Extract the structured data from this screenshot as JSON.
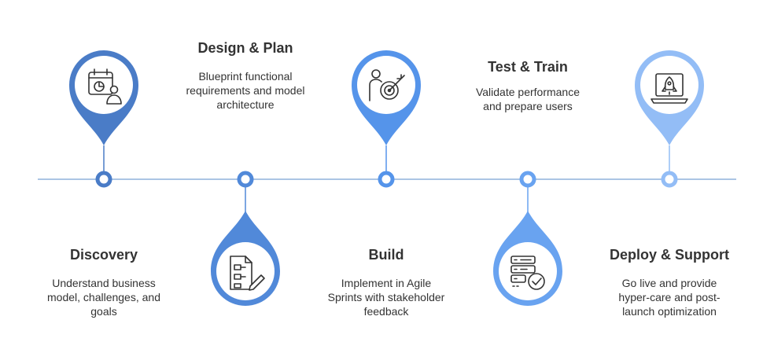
{
  "diagram": {
    "colors": {
      "line": "#8fb2dc",
      "pin_discovery": "#4a7cc7",
      "pin_design": "#5189d9",
      "pin_build": "#5594ea",
      "pin_test": "#69a3f0",
      "pin_deploy": "#93bdf6",
      "icon_circle": "#ffffff",
      "icon_stroke": "#333333"
    },
    "steps": [
      {
        "title": "Discovery",
        "description_lines": [
          "Understand business",
          "model, challenges, and",
          "goals"
        ],
        "icon": "calendar-pie-chart-person-icon"
      },
      {
        "title": "Design & Plan",
        "description_lines": [
          "Blueprint functional",
          "requirements and model",
          "architecture"
        ],
        "icon": "flowchart-document-pencil-icon"
      },
      {
        "title": "Build",
        "description_lines": [
          "Implement in Agile",
          "Sprints with stakeholder",
          "feedback"
        ],
        "icon": "person-target-arrow-icon"
      },
      {
        "title": "Test & Train",
        "description_lines": [
          "Validate performance",
          "and prepare users"
        ],
        "icon": "server-checkmark-icon"
      },
      {
        "title": "Deploy & Support",
        "description_lines": [
          "Go live and provide",
          "hyper-care and post-",
          "launch optimization"
        ],
        "icon": "laptop-rocket-icon"
      }
    ]
  }
}
